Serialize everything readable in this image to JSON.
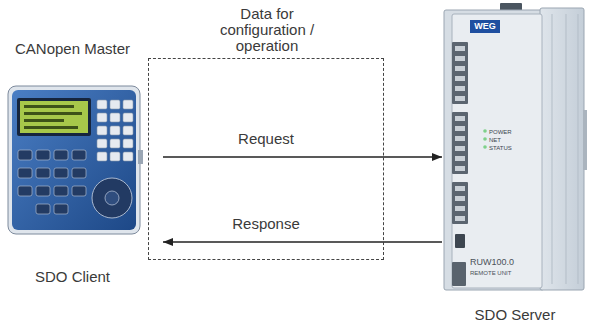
{
  "diagram": {
    "nodes": [
      {
        "text": [
          "CANopen Master",
          "SDO Client"
        ]
      },
      {
        "text": [
          "Data for configuration / operation"
        ]
      },
      {
        "text": [
          "SDO Server"
        ]
      }
    ],
    "edges": [
      {
        "from": 0,
        "to": 2,
        "arrow": "to",
        "label": "Request"
      },
      {
        "from": 2,
        "to": 0,
        "arrow": "to",
        "label": "Response"
      }
    ],
    "labels": [
      "WEG",
      "POWER",
      "NET",
      "STATUS",
      "RUW100.0",
      "REMOTE UNIT"
    ]
  }
}
